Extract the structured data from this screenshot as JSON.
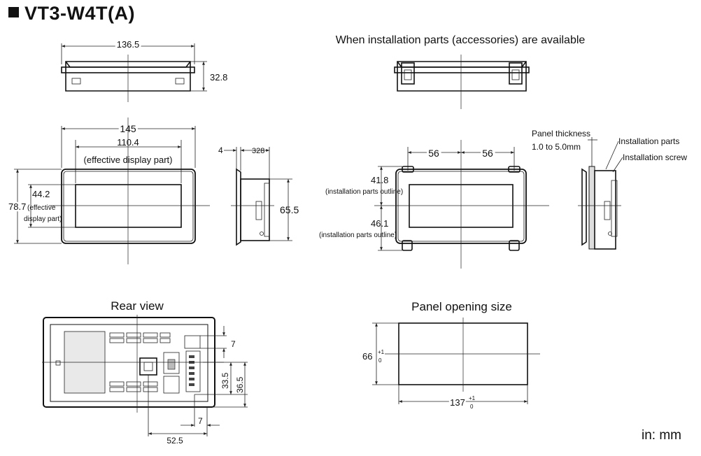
{
  "title": "VT3-W4T(A)",
  "accessory_heading": "When installation parts (accessories) are available",
  "dims": {
    "top_width": "136.5",
    "top_depth": "32.8",
    "front_width": "145",
    "display_width": "110.4",
    "display_width_note": "(effective display part)",
    "display_height": "44.2",
    "front_height_a": "78.7",
    "front_height_a_note1": "(effective",
    "front_height_a_note2": "display part)",
    "side_bezel": "4",
    "side_depth": "328",
    "side_height": "65.5",
    "hole_left": "56",
    "hole_right": "56",
    "outline_top": "41.8",
    "outline_top_note": "(installation parts outline)",
    "outline_bottom": "46.1",
    "outline_bottom_note": "(installation parts outline)",
    "panel_thickness_label": "Panel thickness",
    "panel_thickness_range": "1.0 to 5.0mm",
    "installation_parts": "Installation parts",
    "installation_screw": "Installation screw",
    "rear_7_top": "7",
    "rear_33_5": "33.5",
    "rear_36_5": "36.5",
    "rear_7_bottom": "7",
    "rear_52_5": "52.5",
    "opening_height": "66",
    "opening_width": "137",
    "tol_plus": "+1",
    "tol_zero": "0"
  },
  "rear_heading": "Rear view",
  "panel_heading": "Panel opening size",
  "unit": "in: mm"
}
